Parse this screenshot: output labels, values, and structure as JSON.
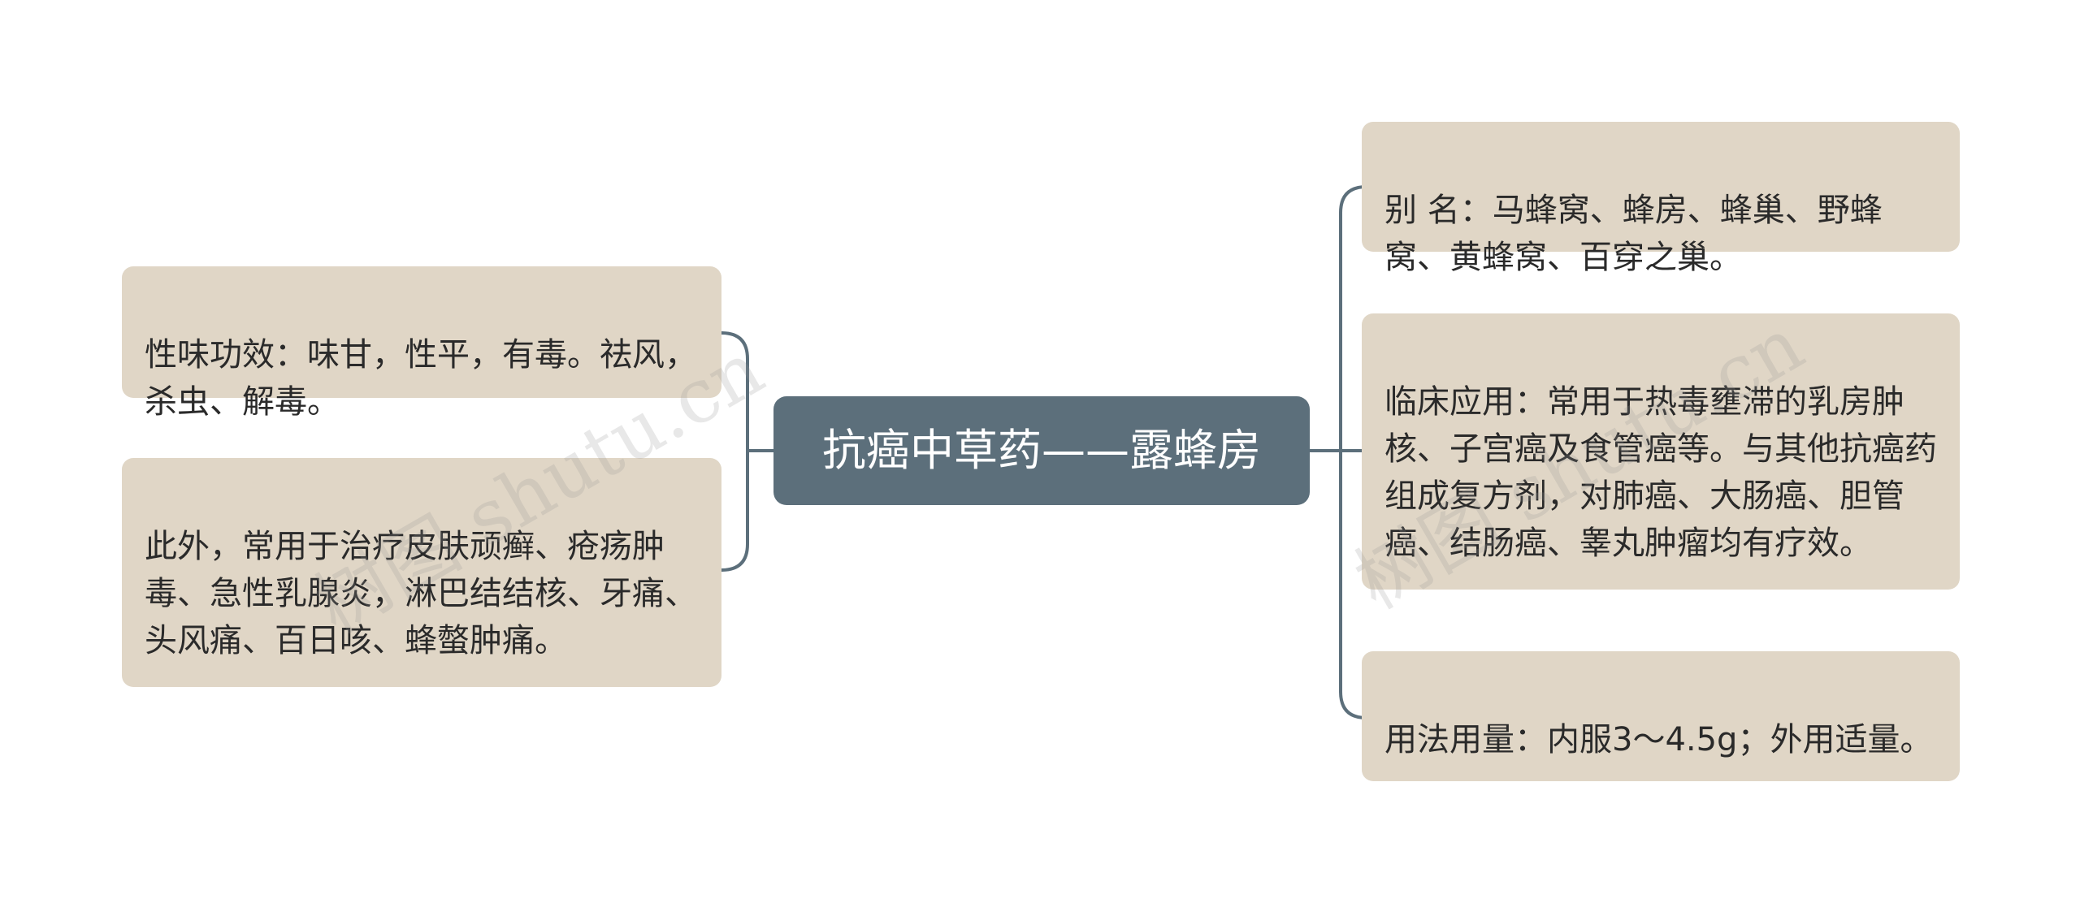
{
  "title": "抗癌中草药——露蜂房",
  "branches": {
    "left": [
      {
        "text": "性味功效：味甘，性平，有毒。祛风，杀虫、解毒。"
      },
      {
        "text": "此外，常用于治疗皮肤顽癣、疮疡肿毒、急性乳腺炎，淋巴结结核、牙痛、头风痛、百日咳、蜂螫肿痛。"
      }
    ],
    "right": [
      {
        "text": "别 名：马蜂窝、蜂房、蜂巢、野蜂窝、黄蜂窝、百穿之巢。"
      },
      {
        "text": "临床应用：常用于热毒壅滞的乳房肿核、子宫癌及食管癌等。与其他抗癌药组成复方剂，对肺癌、大肠癌、胆管癌、结肠癌、睾丸肿瘤均有疗效。"
      },
      {
        "text": "用法用量：内服3～4.5g；外用适量。"
      }
    ]
  },
  "watermarks": [
    "树图 shutu.cn",
    "树图 shutu.cn"
  ],
  "colors": {
    "center_bg": "#5c6f7b",
    "node_bg": "#e0d6c6",
    "connector": "#5c6f7b",
    "text": "#2a2a2a"
  }
}
